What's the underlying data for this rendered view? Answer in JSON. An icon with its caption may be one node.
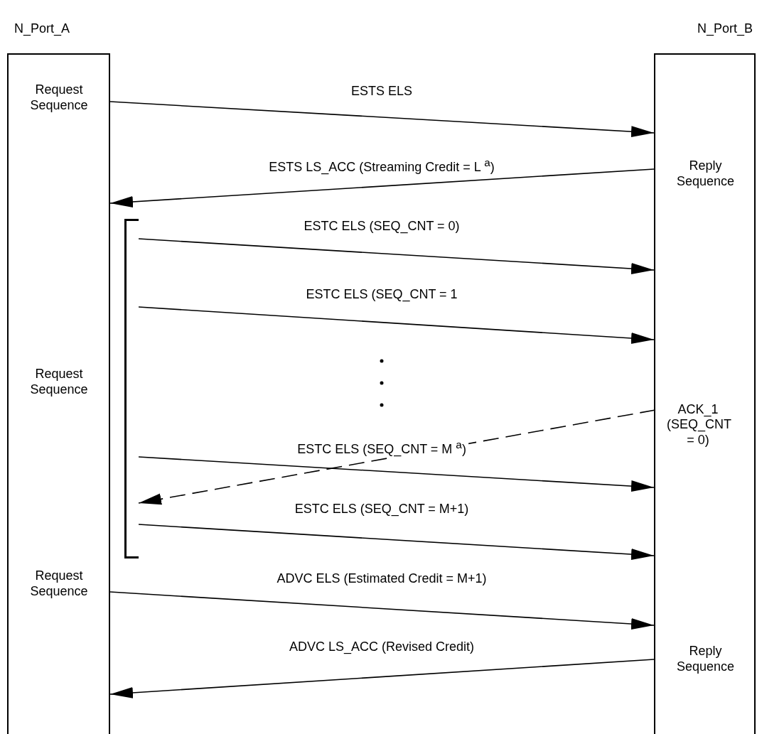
{
  "diagram": {
    "nodes": [
      {
        "text": [
          "N_Port_A"
        ]
      },
      {
        "text": [
          "N_Port_B"
        ]
      },
      {
        "text": [
          "Request Sequence"
        ],
        "in": 0
      },
      {
        "text": [
          "Reply Sequence"
        ],
        "in": 1
      },
      {
        "text": [],
        "shape": "bracket"
      },
      {
        "text": [
          "Request Sequence"
        ],
        "in": 0
      },
      {
        "text": [
          "ACK_1 (SEQ_CNT = 0)"
        ],
        "in": 1
      },
      {
        "text": [
          "Request Sequence"
        ],
        "in": 0
      },
      {
        "text": [
          "Reply Sequence"
        ],
        "in": 1
      }
    ],
    "edges": [
      {
        "from": 0,
        "to": 1,
        "arrow": "to",
        "label": "ESTS ELS"
      },
      {
        "from": 1,
        "to": 0,
        "arrow": "to",
        "label": "ESTS LS_ACC (Streaming Credit = L $^{a}$)"
      },
      {
        "from": 4,
        "to": 1,
        "arrow": "to",
        "label": "ESTC ELS (SEQ_CNT = 0)"
      },
      {
        "from": 4,
        "to": 1,
        "arrow": "to",
        "label": "ESTC ELS (SEQ_CNT = 1"
      },
      {
        "from": 4,
        "to": 1,
        "arrow": "to",
        "label": "ESTC ELS (SEQ_CNT = M $^{a}$)"
      },
      {
        "from": 6,
        "to": 4,
        "arrow": "to",
        "style": "dashed"
      },
      {
        "from": 4,
        "to": 1,
        "arrow": "to",
        "label": "ESTC ELS (SEQ_CNT = M+1)"
      },
      {
        "from": 0,
        "to": 1,
        "arrow": "to",
        "label": "ADVC ELS (Estimated Credit = M+1)"
      },
      {
        "from": 1,
        "to": 0,
        "arrow": "to",
        "label": "ADVC LS_ACC (Revised Credit)"
      }
    ]
  }
}
